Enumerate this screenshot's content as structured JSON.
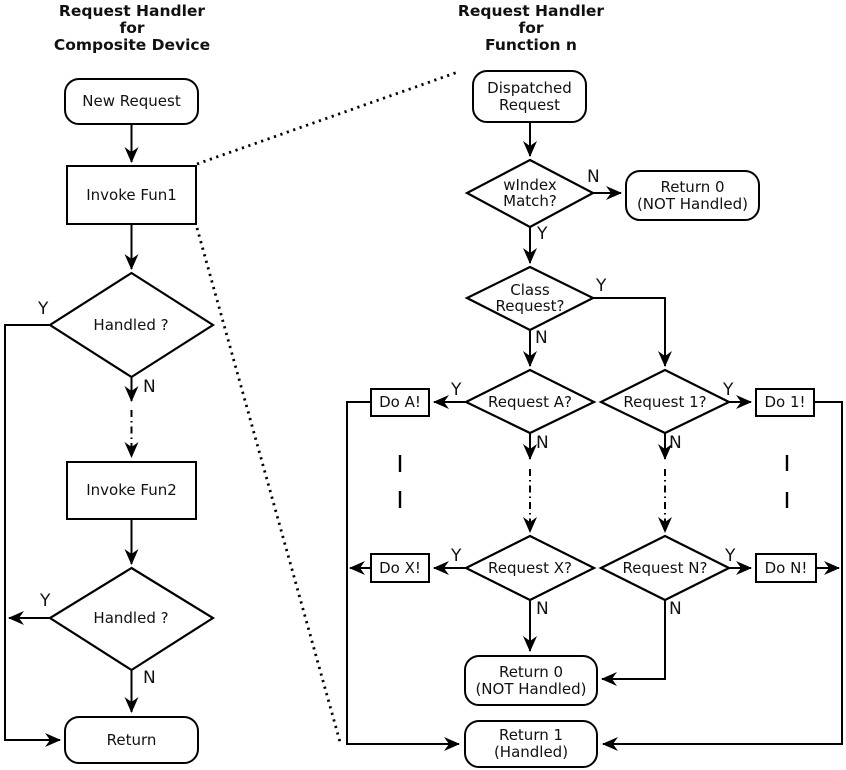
{
  "labels": {
    "yes": "Y",
    "no": "N"
  },
  "colors": {
    "stroke": "#000000",
    "text": "#111111",
    "background": "#ffffff"
  },
  "left_chart": {
    "title": {
      "line1": "Request Handler",
      "line2": "for",
      "line3": "Composite Device"
    },
    "nodes": {
      "new_request": "New Request",
      "invoke_fun1": "Invoke Fun1",
      "handled_1": "Handled ?",
      "invoke_fun2": "Invoke Fun2",
      "handled_2": "Handled ?",
      "return": "Return"
    }
  },
  "right_chart": {
    "title": {
      "line1": "Request Handler",
      "line2": "for",
      "line3": "Function n"
    },
    "nodes": {
      "dispatched_request": {
        "line1": "Dispatched",
        "line2": "Request"
      },
      "windex_match": {
        "line1": "wIndex",
        "line2": "Match?"
      },
      "return0_top": {
        "line1": "Return 0",
        "line2": "(NOT Handled)"
      },
      "class_request": {
        "line1": "Class",
        "line2": "Request?"
      },
      "request_a": "Request A?",
      "do_a": "Do A!",
      "request_x": "Request X?",
      "do_x": "Do X!",
      "request_1": "Request 1?",
      "do_1": "Do 1!",
      "request_n": "Request N?",
      "do_n": "Do N!",
      "return0_bottom": {
        "line1": "Return 0",
        "line2": "(NOT Handled)"
      },
      "return1": {
        "line1": "Return 1",
        "line2": "(Handled)"
      }
    }
  }
}
